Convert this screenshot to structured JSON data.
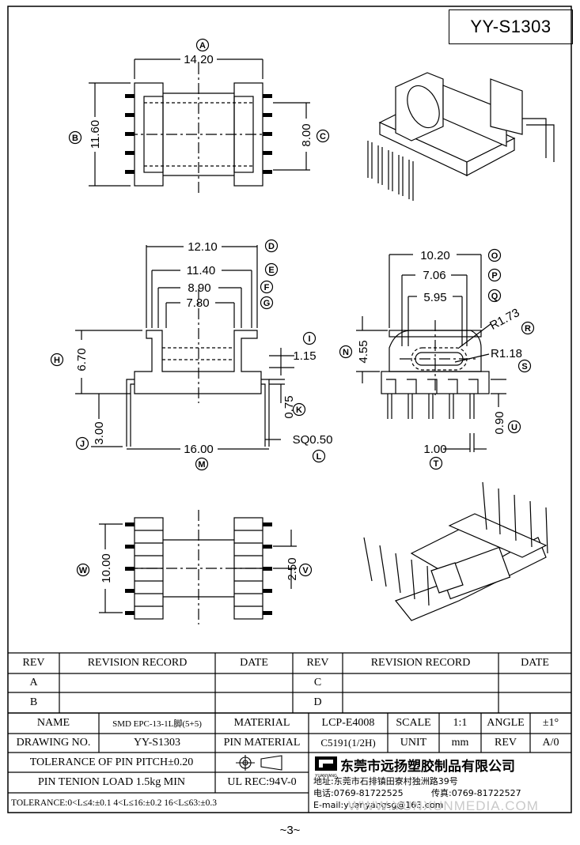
{
  "drawing_id": "YY-S1303",
  "page_number": "~3~",
  "watermark": "WWW.YUNXUNMEDIA.COM",
  "views": {
    "top": {
      "dims": {
        "A": "14.20",
        "B": "11.60",
        "C": "8.00"
      },
      "labels": [
        "A",
        "B",
        "C"
      ]
    },
    "front": {
      "dims": {
        "D": "12.10",
        "E": "11.40",
        "F": "8.90",
        "G": "7.80",
        "H": "6.70",
        "I": "1.15",
        "J": "3.00",
        "K": "0.75",
        "L": "SQ0.50",
        "M": "16.00"
      },
      "labels": [
        "D",
        "E",
        "F",
        "G",
        "H",
        "I",
        "J",
        "K",
        "L",
        "M"
      ]
    },
    "side": {
      "dims": {
        "O": "10.20",
        "P": "7.06",
        "Q": "5.95",
        "R": "R1.73",
        "S": "R1.18",
        "N": "4.55",
        "U": "0.90",
        "T": "1.00"
      },
      "labels": [
        "N",
        "O",
        "P",
        "Q",
        "R",
        "S",
        "T",
        "U"
      ]
    },
    "bottom": {
      "dims": {
        "W": "10.00",
        "V": "2.50"
      },
      "labels": [
        "V",
        "W"
      ]
    }
  },
  "revision_table": {
    "headers": [
      "REV",
      "REVISION RECORD",
      "DATE",
      "REV",
      "REVISION RECORD",
      "DATE"
    ],
    "rows": [
      [
        "A",
        "",
        "",
        "C",
        "",
        ""
      ],
      [
        "B",
        "",
        "",
        "D",
        "",
        ""
      ]
    ]
  },
  "info": {
    "name_label": "NAME",
    "name_value": "SMD EPC-13-1L脚(5+5)",
    "material_label": "MATERIAL",
    "material_value": "LCP-E4008",
    "scale_label": "SCALE",
    "scale_value": "1:1",
    "angle_label": "ANGLE",
    "angle_value": "±1°",
    "drawing_no_label": "DRAWING NO.",
    "drawing_no_value": "YY-S1303",
    "pin_material_label": "PIN MATERIAL",
    "pin_material_value": "C5191(1/2H)",
    "unit_label": "UNIT",
    "unit_value": "mm",
    "rev_label": "REV",
    "rev_value": "A/0",
    "tolerance_pitch": "TOLERANCE OF PIN PITCH±0.20",
    "pin_tension": "PIN TENION LOAD 1.5kg MIN",
    "ul_rec": "UL REC:94V-0",
    "tolerance_line": "TOLERANCE:0<L≤4:±0.1  4<L≤16:±0.2  16<L≤63:±0.3"
  },
  "company": {
    "logo_text": "YUANYANG",
    "name": "东莞市远扬塑胶制品有限公司",
    "address": "地址:东莞市石排镇田寮村独洲路39号",
    "phone": "电话:0769-81722525",
    "fax": "传真:0769-81722527",
    "email": "E-mail:yuanyangsg@163.com"
  }
}
